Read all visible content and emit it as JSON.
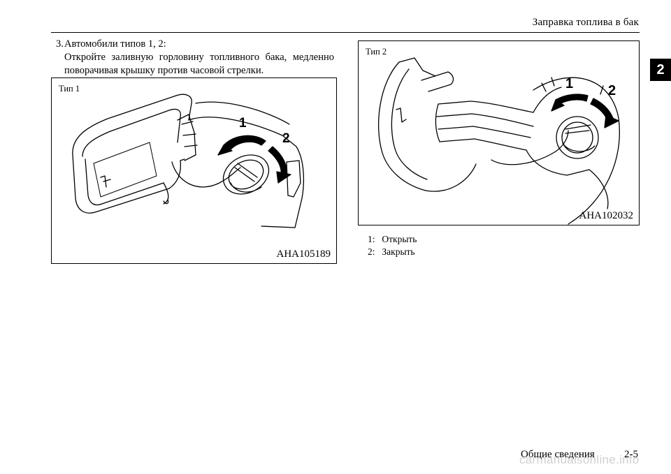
{
  "header": {
    "title": "Заправка топлива в бак",
    "chapter_tab": "2"
  },
  "step": {
    "number": "3.",
    "lead": "Автомобили типов 1, 2:",
    "text": "Откройте заливную горловину топливного бака, медленно поворачивая крышку против часовой стрелки."
  },
  "figures": [
    {
      "label": "Тип 1",
      "code": "AHA105189",
      "callouts": [
        "1",
        "2"
      ]
    },
    {
      "label": "Тип 2",
      "code": "AHA102032",
      "callouts": [
        "1",
        "2"
      ]
    }
  ],
  "legend": [
    {
      "number": "1:",
      "text": "Открыть"
    },
    {
      "number": "2:",
      "text": "Закрыть"
    }
  ],
  "footer": {
    "section": "Общие сведения",
    "page": "2-5"
  },
  "watermark": "carmanualsonline.info"
}
